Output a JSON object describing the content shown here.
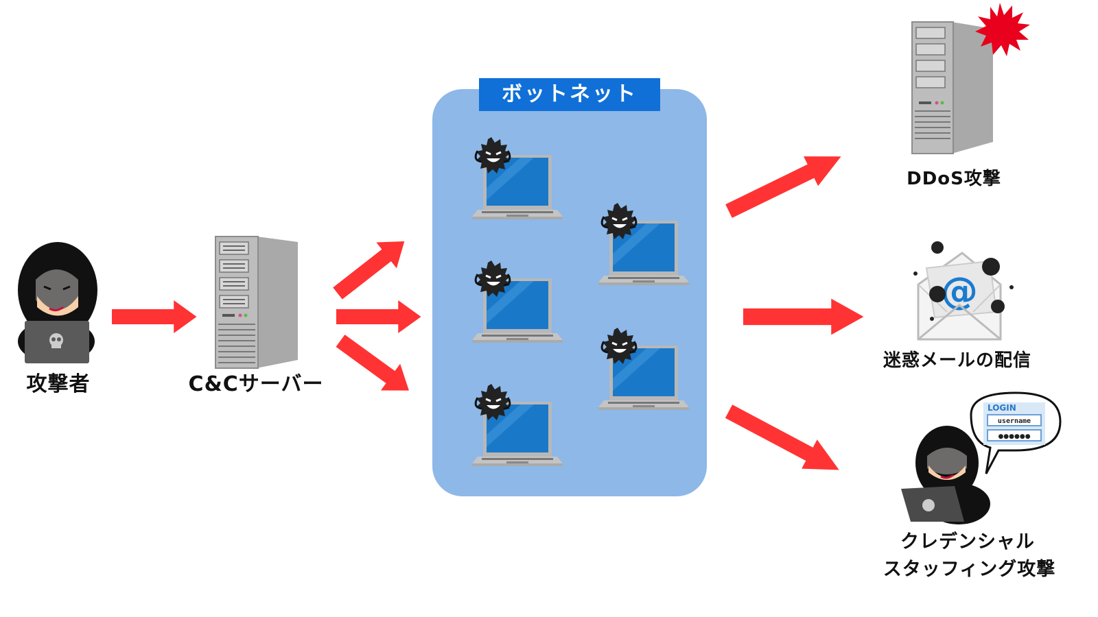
{
  "diagram": {
    "colors": {
      "arrow": "#ff3333",
      "botnet_bg": "#8db8e8",
      "botnet_title_bg": "#1070d8",
      "screen": "#1a78c8",
      "burst": "#e8001c"
    },
    "nodes": {
      "attacker": {
        "label": "攻撃者",
        "icon": "hooded-hacker-icon"
      },
      "cc_server": {
        "label": "C&Cサーバー",
        "icon": "server-tower-icon"
      },
      "botnet": {
        "title": "ボットネット",
        "infected_pc_count": 5,
        "icon": "infected-laptop-icon"
      }
    },
    "attacks": [
      {
        "label": "DDoS攻撃",
        "icon": "server-under-attack-icon"
      },
      {
        "label": "迷惑メールの配信",
        "icon": "spam-mail-envelope-icon"
      },
      {
        "label_line1": "クレデンシャル",
        "label_line2": "スタッフィング攻撃",
        "icon": "hacker-login-icon",
        "speech_bubble": {
          "title": "LOGIN",
          "username_field": "username",
          "password_field": "●●●●●●"
        }
      }
    ],
    "edges": [
      {
        "from": "attacker",
        "to": "cc_server"
      },
      {
        "from": "cc_server",
        "to": "botnet"
      },
      {
        "from": "cc_server",
        "to": "botnet"
      },
      {
        "from": "cc_server",
        "to": "botnet"
      },
      {
        "from": "botnet",
        "to": "DDoS攻撃"
      },
      {
        "from": "botnet",
        "to": "迷惑メールの配信"
      },
      {
        "from": "botnet",
        "to": "クレデンシャルスタッフィング攻撃"
      }
    ]
  }
}
